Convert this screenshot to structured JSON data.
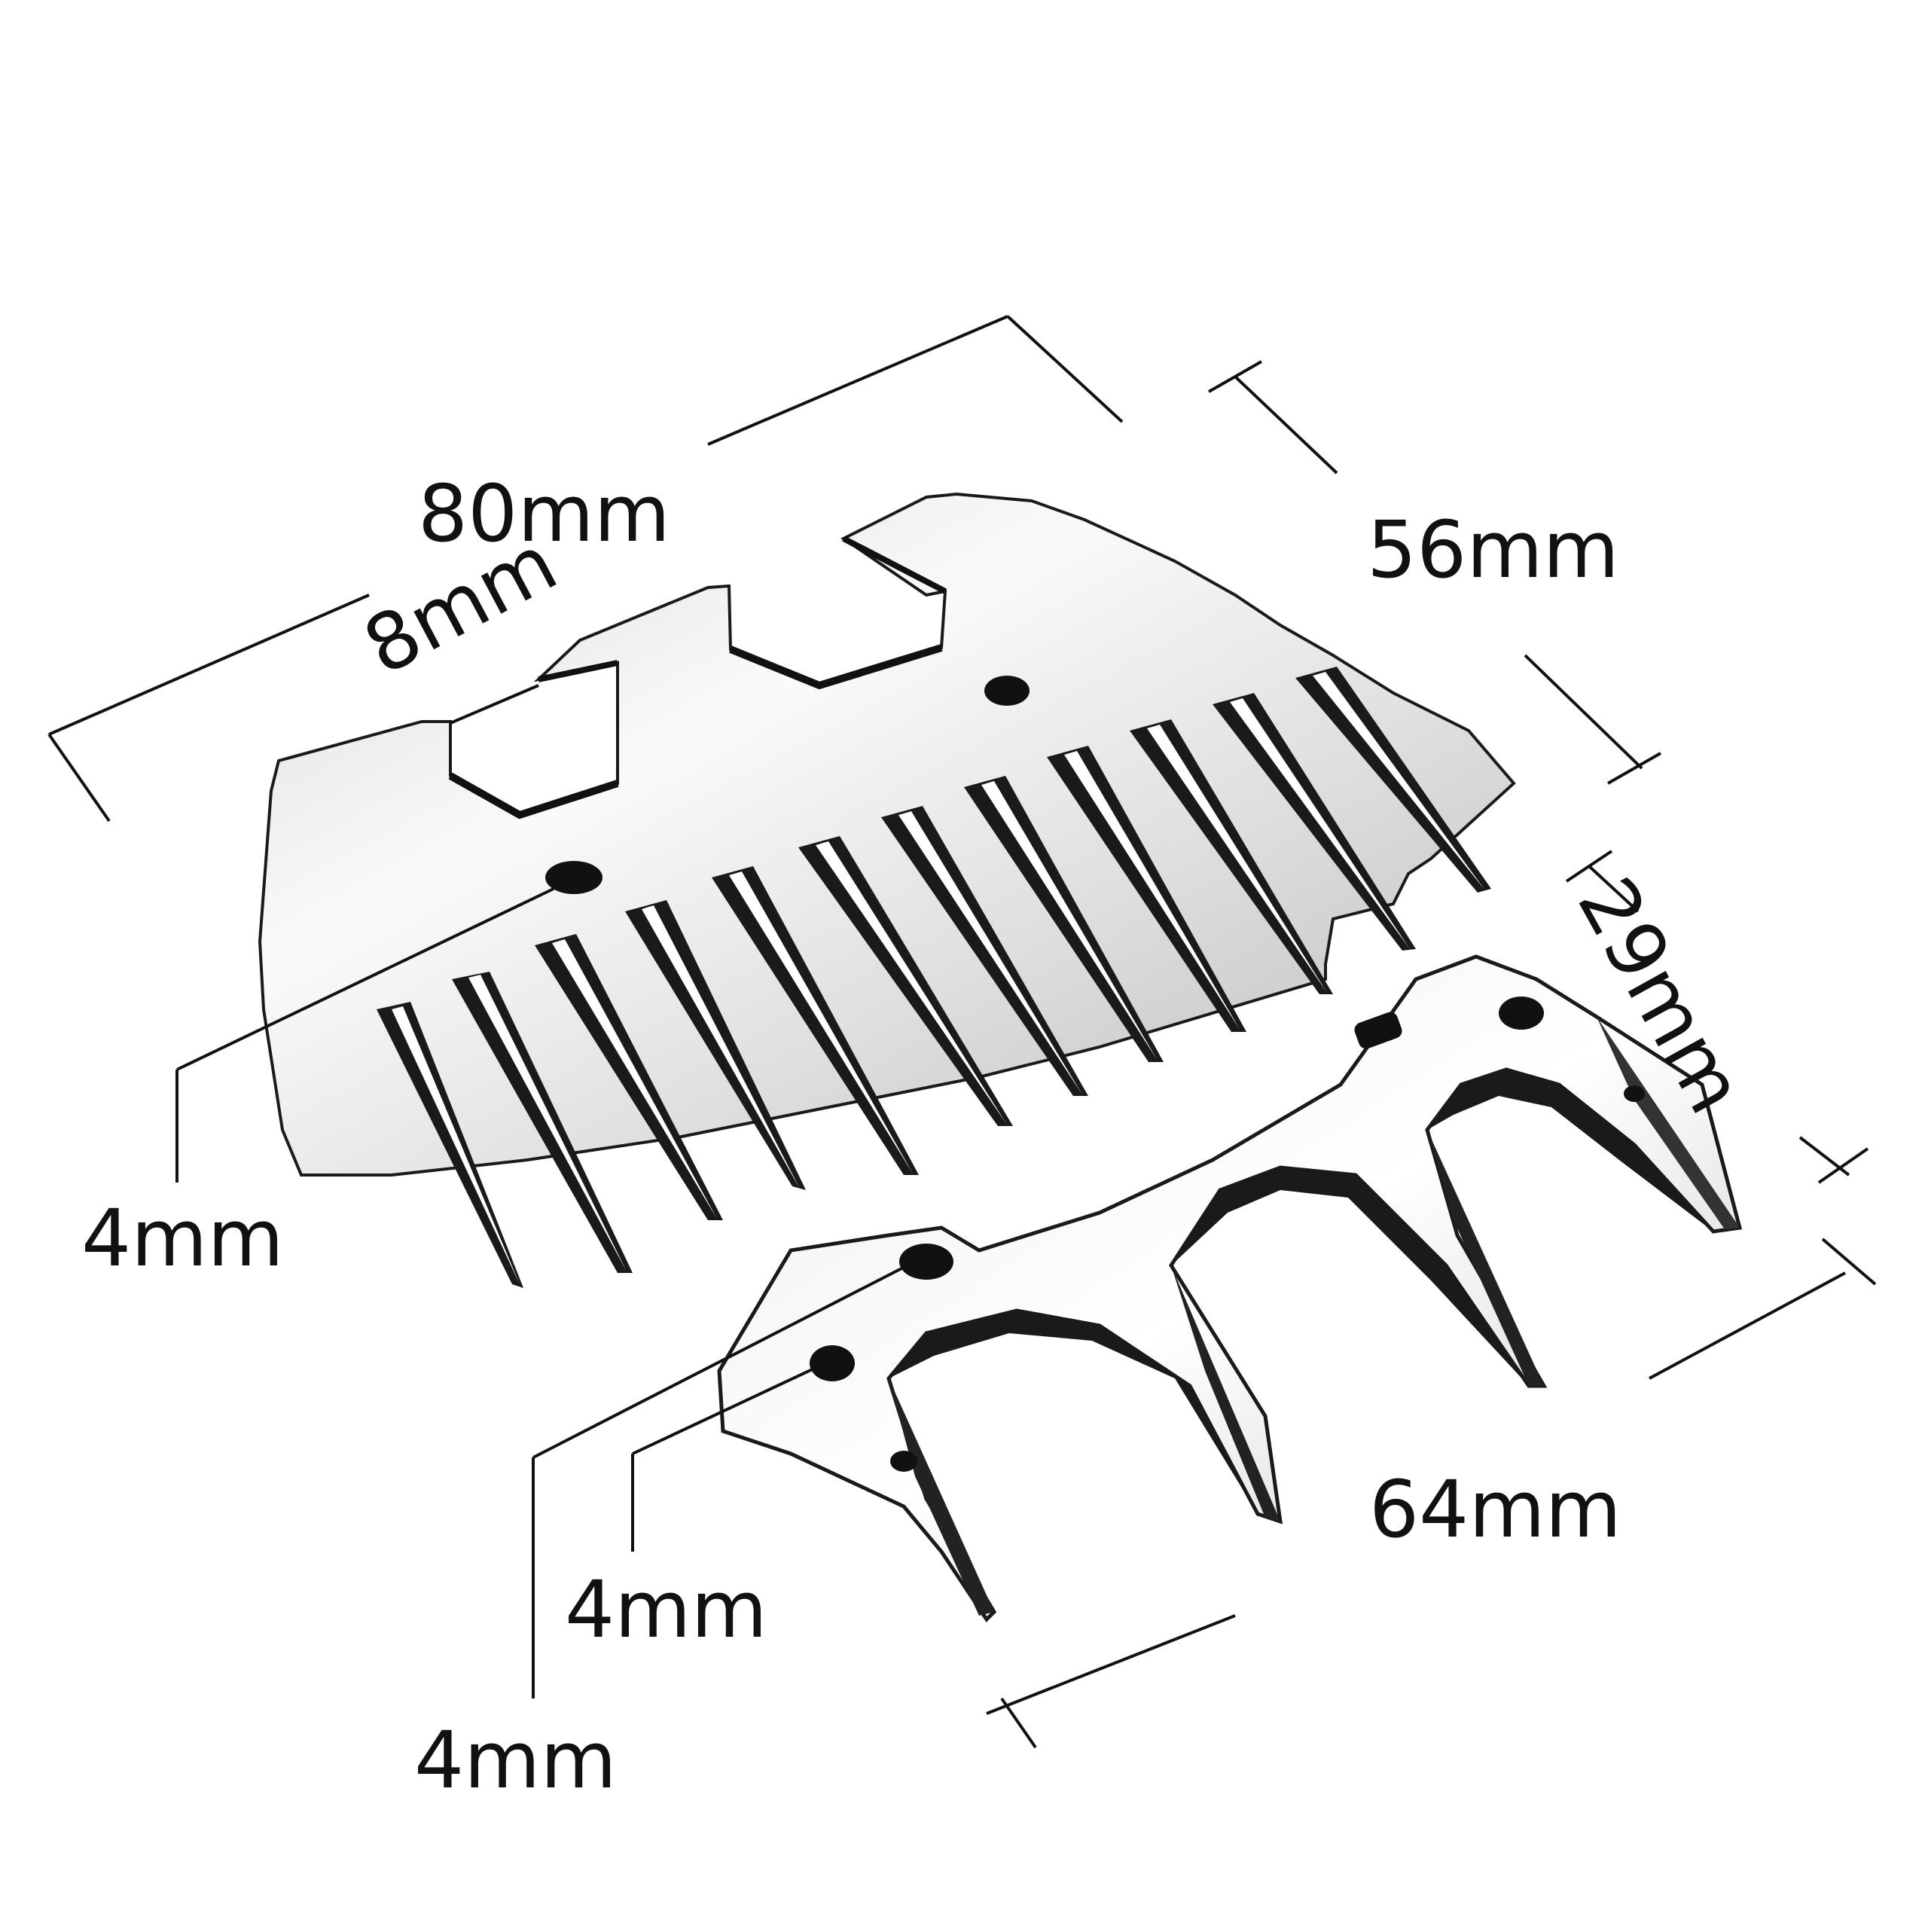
{
  "colors": {
    "background": "#ffffff",
    "line": "#111111",
    "steel_light": "#f4f4f4",
    "steel_mid": "#bfbfbf",
    "steel_dark": "#1a1a1a"
  },
  "dimensions": {
    "comb_width": "80mm",
    "slot_width": "8mm",
    "comb_depth": "56mm",
    "cutter_depth": "29mm",
    "comb_hole": "4mm",
    "cutter_width": "64mm",
    "cutter_hole_inner": "4mm",
    "cutter_hole_outer": "4mm"
  }
}
